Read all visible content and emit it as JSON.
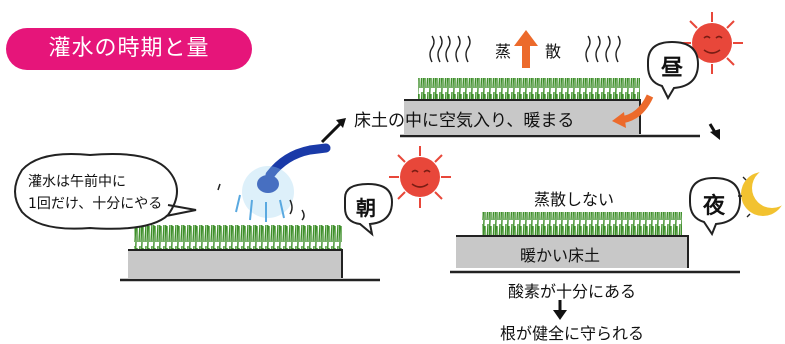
{
  "title": "灌水の時期と量",
  "morning": {
    "speech": [
      "灌水は午前中に",
      "1回だけ、十分にやる"
    ],
    "time_label": "朝"
  },
  "noon": {
    "evaporation": [
      "蒸",
      "散"
    ],
    "time_label": "昼",
    "soil_label": "床土の中に空気入り、暖まる"
  },
  "night": {
    "no_evaporation": "蒸散しない",
    "time_label": "夜",
    "soil_label": "暖かい床土",
    "result_1": "酸素が十分にある",
    "result_2": "根が健全に守られる"
  },
  "colors": {
    "title_bg": "#e6157a",
    "grass": "#3e8f2a",
    "soil": "#c8c8c8",
    "sun": "#e8473a",
    "moon": "#f2c230",
    "hose": "#1a3aa8",
    "arrow_orange": "#ec6a2b"
  }
}
